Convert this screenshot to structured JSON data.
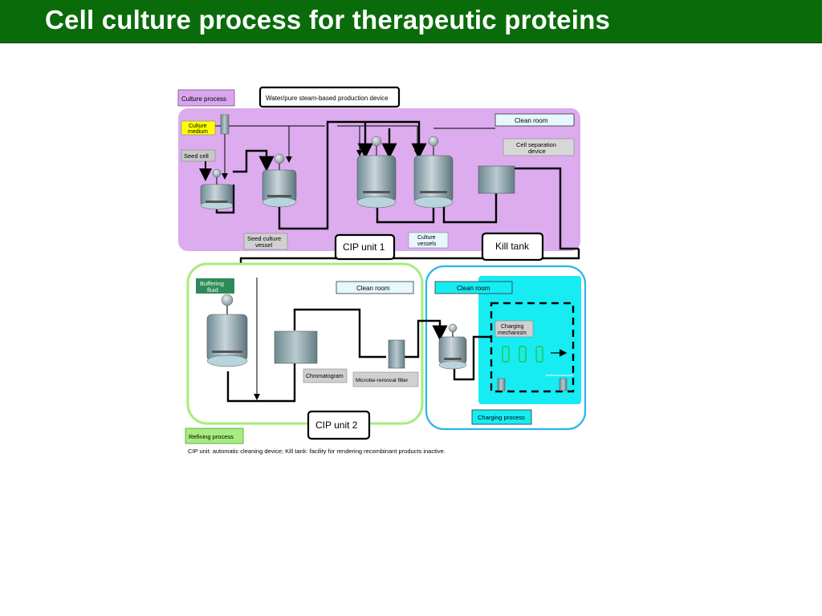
{
  "slide": {
    "title": "Cell culture process for therapeutic proteins"
  },
  "diagram": {
    "culture_process": "Culture process",
    "steam_device": "Water/pure steam-based production device",
    "culture_medium": [
      "Culture",
      "medium"
    ],
    "seed_cell": "Seed cell",
    "clean_room_top": "Clean room",
    "cell_separation": [
      "Cell separation",
      "device"
    ],
    "seed_vessel": [
      "Seed culture",
      "vessel"
    ],
    "cip1": "CIP unit 1",
    "culture_vessels": [
      "Culture",
      "vessels"
    ],
    "kill_tank": "Kill tank",
    "buffering": [
      "Buffering",
      "fluid"
    ],
    "clean_room_left": "Clean room",
    "clean_room_right": "Clean room",
    "charging_mechanism": [
      "Charging",
      "mechanism"
    ],
    "chromatogram": "Chromatogram",
    "microbe_filter": "Microbe-removal filter",
    "charging_process": "Charging process",
    "cip2": "CIP unit 2",
    "refining_process": "Refining process",
    "footnote": "CIP unit: automatic cleaning device; Kill tank: facility for rendering recombinant products inactive."
  },
  "colors": {
    "title_bg": "#0a6b0a",
    "culture_region": "#dcacee",
    "refining_border": "#a6ec7e",
    "charging_border": "#29b6e8",
    "charging_fill": "#17ecf3",
    "buffering_label": "#2e8b57"
  }
}
